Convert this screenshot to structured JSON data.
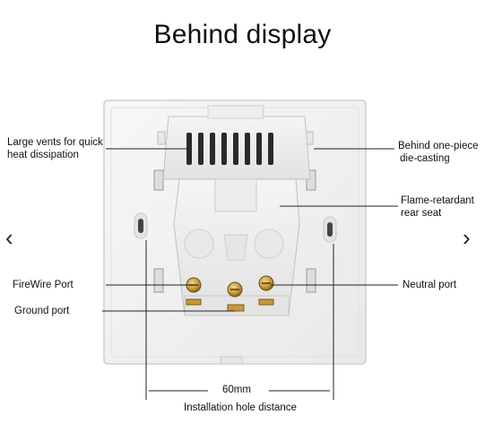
{
  "title": "Behind display",
  "nav": {
    "prev_icon": "chevron-left-icon",
    "prev_glyph": "‹",
    "next_icon": "chevron-right-icon",
    "next_glyph": "›"
  },
  "labels": {
    "vents": [
      "Large vents for quick",
      "heat dissipation"
    ],
    "casting": [
      "Behind one-piece",
      "die-casting"
    ],
    "seat": [
      "Flame-retardant",
      "rear seat"
    ],
    "firewire": "FireWire Port",
    "neutral": "Neutral port",
    "ground": "Ground port"
  },
  "dimension": {
    "value": "60mm",
    "caption": "Installation hole distance"
  },
  "colors": {
    "plate": "#f4f4f4",
    "plate_edge": "#d8d8d8",
    "brass": "#c99a3a",
    "text": "#111111"
  }
}
